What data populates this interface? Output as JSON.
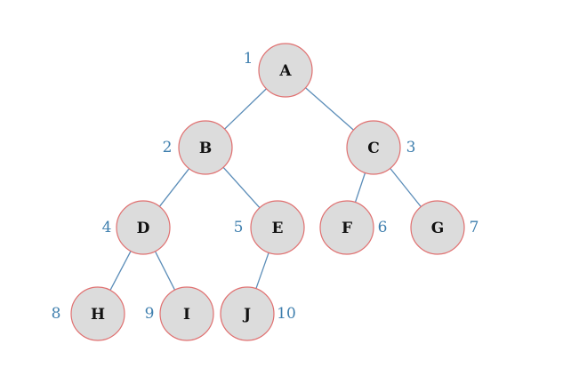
{
  "tree": {
    "nodes": [
      {
        "label": "A",
        "index": "1"
      },
      {
        "label": "B",
        "index": "2"
      },
      {
        "label": "C",
        "index": "3"
      },
      {
        "label": "D",
        "index": "4"
      },
      {
        "label": "E",
        "index": "5"
      },
      {
        "label": "F",
        "index": "6"
      },
      {
        "label": "G",
        "index": "7"
      },
      {
        "label": "H",
        "index": "8"
      },
      {
        "label": "I",
        "index": "9"
      },
      {
        "label": "J",
        "index": "10"
      }
    ],
    "edges": [
      [
        "A",
        "B"
      ],
      [
        "A",
        "C"
      ],
      [
        "B",
        "D"
      ],
      [
        "B",
        "E"
      ],
      [
        "C",
        "F"
      ],
      [
        "C",
        "G"
      ],
      [
        "D",
        "H"
      ],
      [
        "D",
        "I"
      ],
      [
        "E",
        "J"
      ]
    ],
    "colors": {
      "edge": "#5b8db8",
      "node_fill": "#dcdcdc",
      "node_stroke": "#e07070",
      "index_text": "#3f7fae",
      "node_text": "#111111"
    }
  }
}
